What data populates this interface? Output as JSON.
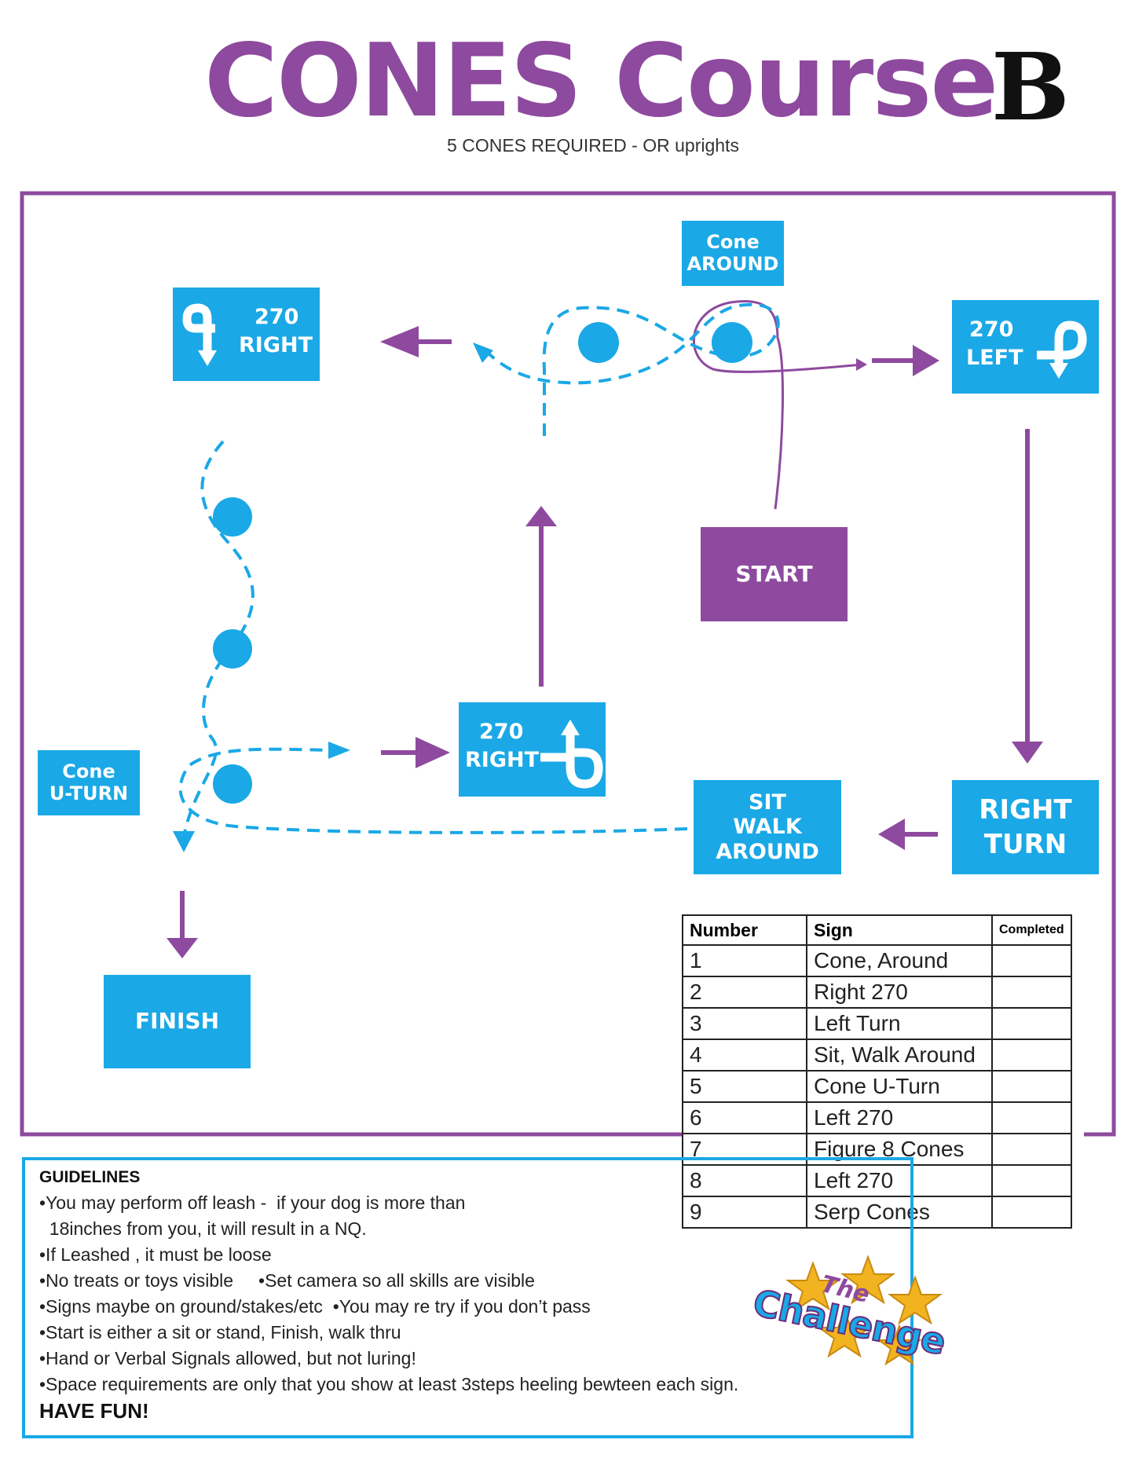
{
  "header": {
    "title": "CONES Course",
    "course_letter": "B",
    "subtitle": "5 CONES REQUIRED - OR uprights"
  },
  "signs": {
    "cone_around": [
      "Cone",
      "AROUND"
    ],
    "right270_top": [
      "270",
      "RIGHT"
    ],
    "left270": [
      "270",
      "LEFT"
    ],
    "start": "START",
    "right270_mid": [
      "270",
      "RIGHT"
    ],
    "cone_uturn": [
      "Cone",
      "U-TURN"
    ],
    "sit_walk_around": [
      "SIT",
      "WALK",
      "AROUND"
    ],
    "right_turn": [
      "RIGHT",
      "TURN"
    ],
    "finish": "FINISH"
  },
  "table": {
    "headers": [
      "Number",
      "Sign",
      "Completed"
    ],
    "rows": [
      [
        "1",
        "Cone, Around"
      ],
      [
        "2",
        "Right 270"
      ],
      [
        "3",
        "Left Turn"
      ],
      [
        "4",
        "Sit, Walk Around"
      ],
      [
        "5",
        "Cone U-Turn"
      ],
      [
        "6",
        "Left 270"
      ],
      [
        "7",
        "Figure 8 Cones"
      ],
      [
        "8",
        "Left 270"
      ],
      [
        "9",
        "Serp Cones"
      ]
    ]
  },
  "guidelines": {
    "title": "GUIDELINES",
    "lines": [
      "•You may perform off leash -  if your dog is more than",
      "  18inches from you, it will result in a NQ.",
      "•If Leashed , it must be loose",
      "•No treats or toys visible     •Set camera so all skills are visible",
      "•Signs maybe on ground/stakes/etc  •You may re try if you don’t pass",
      "•Start is either a sit or stand, Finish, walk thru",
      "•Hand or Verbal Signals allowed, but not luring!",
      "•Space requirements are only that you show at least 3steps heeling bewteen each sign."
    ],
    "closing": "HAVE FUN!"
  },
  "logo": {
    "line1": "The",
    "line2": "Challenge"
  },
  "colors": {
    "purple": "#8e4a9e",
    "blue": "#1aa8e6",
    "gold": "#f2b320"
  }
}
